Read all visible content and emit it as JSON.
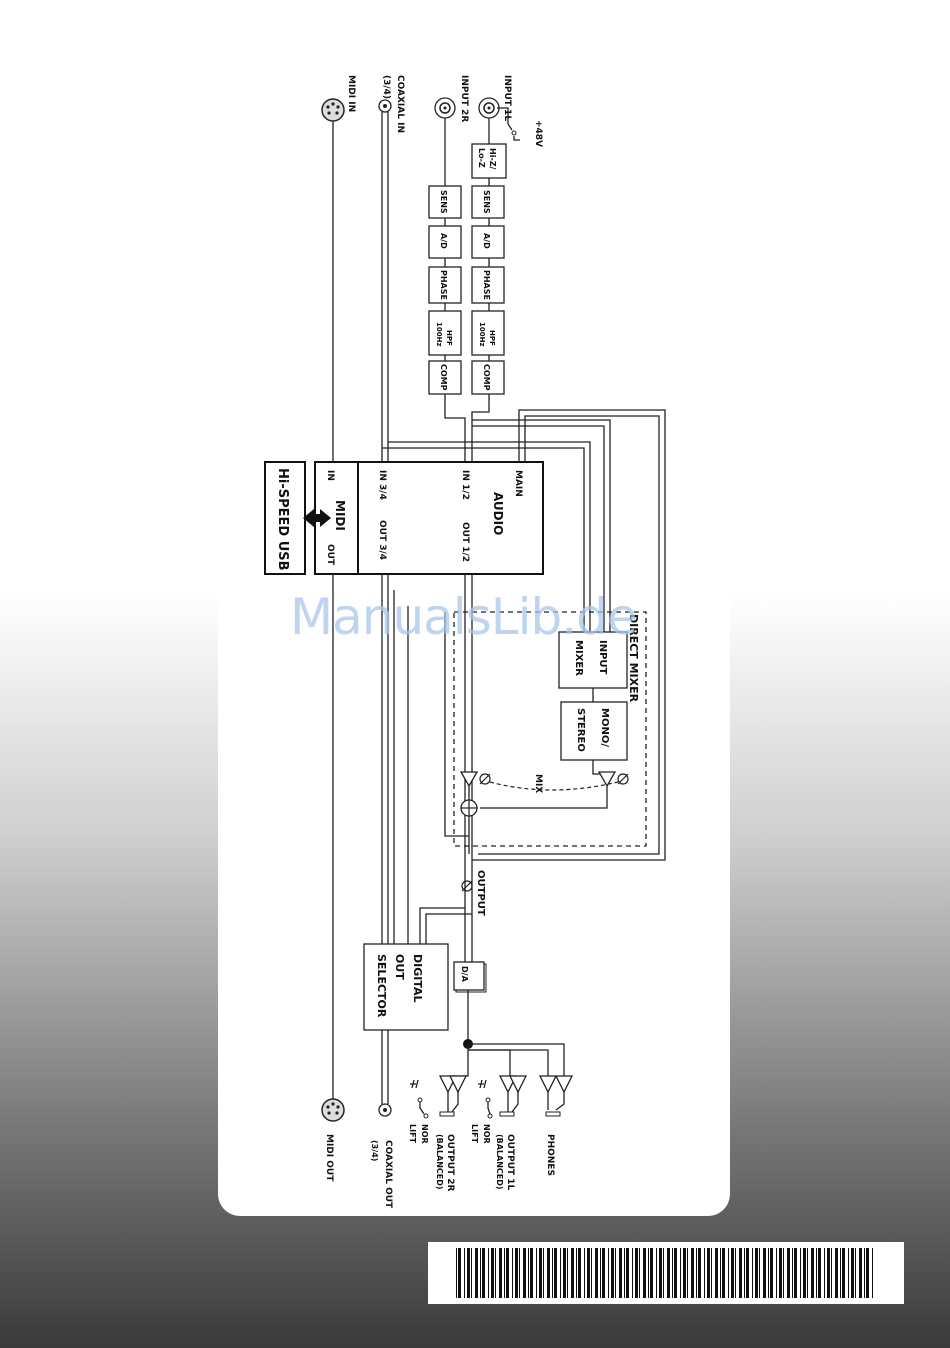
{
  "labels": {
    "input_1l": "INPUT 1L",
    "input_2r": "INPUT 2R",
    "phantom": "+48V",
    "coaxial_in": "COAXIAL IN",
    "coaxial_in_ch": "(3/4)",
    "midi_in": "MIDI IN",
    "hiz_line1": "Hi-Z/",
    "hiz_line2": "Lo-Z",
    "sens": "SENS",
    "ad": "A/D",
    "phase": "PHASE",
    "hpf_line1": "HPF",
    "hpf_line2": "100Hz",
    "comp": "COMP",
    "usb": "Hi-SPEED USB",
    "audio": "AUDIO",
    "main": "MAIN",
    "in12": "IN 1/2",
    "out12": "OUT 1/2",
    "in34": "IN 3/4",
    "out34": "OUT 3/4",
    "midi": "MIDI",
    "midi_in_short": "IN",
    "midi_out_short": "OUT",
    "direct_mixer": "DIRECT MIXER",
    "input_mixer_line1": "INPUT",
    "input_mixer_line2": "MIXER",
    "mono_line1": "MONO/",
    "mono_line2": "STEREO",
    "mix": "MIX",
    "output": "OUTPUT",
    "digital_line1": "DIGITAL",
    "digital_line2": "OUT",
    "digital_line3": "SELECTOR",
    "da": "D/A",
    "phones": "PHONES",
    "output_1l": "OUTPUT 1L",
    "output_2r": "OUTPUT 2R",
    "balanced": "(BALANCED)",
    "nor": "NOR",
    "lift": "LIFT",
    "coaxial_out": "COAXIAL OUT",
    "coaxial_out_ch": "(3/4)",
    "midi_out": "MIDI OUT"
  },
  "watermark": "ManualsLib.de",
  "colors": {
    "line": "#222222",
    "watermark": "#a9c6ea",
    "background_top": "#ffffff",
    "background_bottom": "#3a3a3a"
  }
}
